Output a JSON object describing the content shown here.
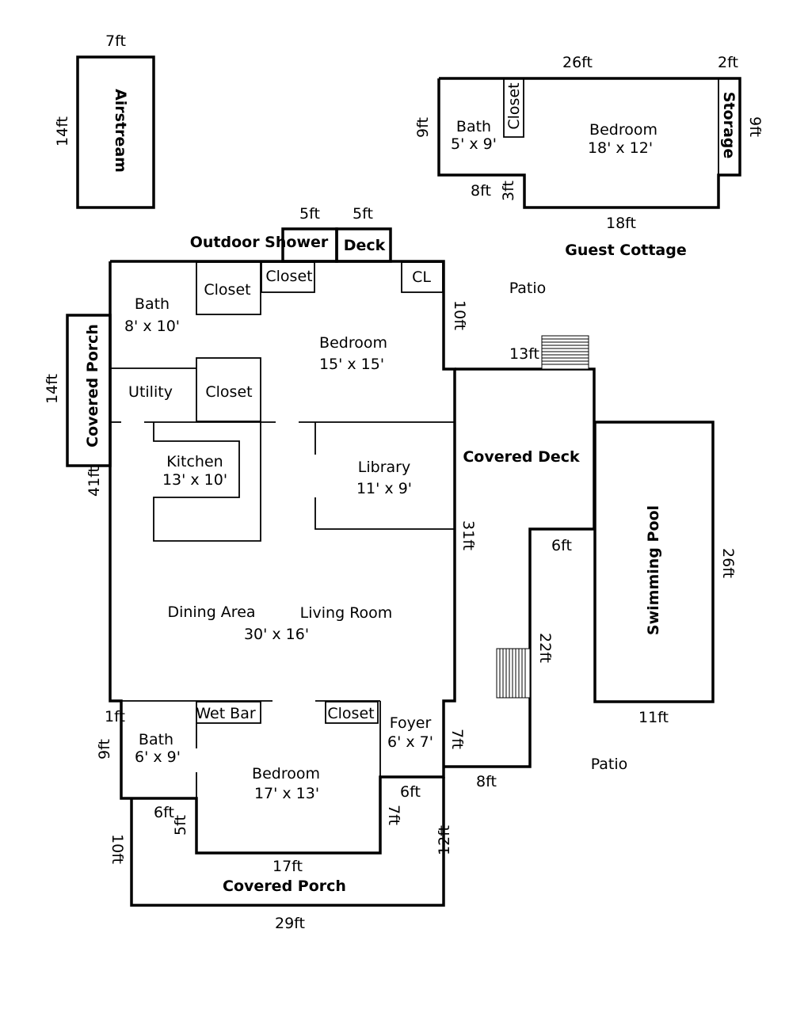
{
  "airstream": {
    "name": "Airstream",
    "width": "7ft",
    "length": "14ft"
  },
  "guest_cottage": {
    "title": "Guest Cottage",
    "dim_top": "26ft",
    "dim_storage_top": "2ft",
    "dim_left": "9ft",
    "dim_right": "9ft",
    "dim_step_width": "8ft",
    "dim_step_height": "3ft",
    "dim_bottom": "18ft",
    "bath_name": "Bath",
    "bath_size": "5' x 9'",
    "closet": "Closet",
    "bedroom_name": "Bedroom",
    "bedroom_size": "18' x 12'",
    "storage": "Storage"
  },
  "main_house": {
    "outdoor_shower": "Outdoor Shower",
    "shower_width": "5ft",
    "deck": "Deck",
    "deck_width": "5ft",
    "bath1_name": "Bath",
    "bath1_size": "8' x 10'",
    "closet1": "Closet",
    "closet2": "Closet",
    "cl": "CL",
    "bedroom1_name": "Bedroom",
    "bedroom1_size": "15' x 15'",
    "dim_bedroom_right": "10ft",
    "utility": "Utility",
    "closet3": "Closet",
    "kitchen_name": "Kitchen",
    "kitchen_size": "13' x 10'",
    "library_name": "Library",
    "library_size": "11' x 9'",
    "dining": "Dining Area",
    "living": "Living Room",
    "living_size": "30' x 16'",
    "dim_left_side": "41ft",
    "dim_right_side": "31ft",
    "wet_bar": "Wet Bar",
    "closet4": "Closet",
    "foyer_name": "Foyer",
    "foyer_size": "6' x 7'",
    "dim_foyer": "7ft",
    "bath2_name": "Bath",
    "bath2_size": "6' x 9'",
    "dim_bath2_offset": "1ft",
    "dim_bath2_height": "9ft",
    "bedroom2_name": "Bedroom",
    "bedroom2_size": "17' x 13'",
    "dim_bedroom2_bottom": "17ft"
  },
  "left_porch": {
    "name": "Covered Porch",
    "length": "14ft"
  },
  "front_porch": {
    "name": "Covered Porch",
    "dim_bottom": "29ft",
    "dim_left": "10ft",
    "dim_right": "12ft",
    "dim_left_step_w": "6ft",
    "dim_left_step_h": "5ft",
    "dim_right_step_w": "6ft",
    "dim_right_step_h": "7ft"
  },
  "covered_deck": {
    "name": "Covered Deck",
    "dim_top": "13ft",
    "dim_step": "6ft",
    "dim_inner": "22ft",
    "dim_bottom": "8ft"
  },
  "pool": {
    "name": "Swimming Pool",
    "length": "26ft",
    "width": "11ft"
  },
  "patio_top": "Patio",
  "patio_bottom": "Patio"
}
